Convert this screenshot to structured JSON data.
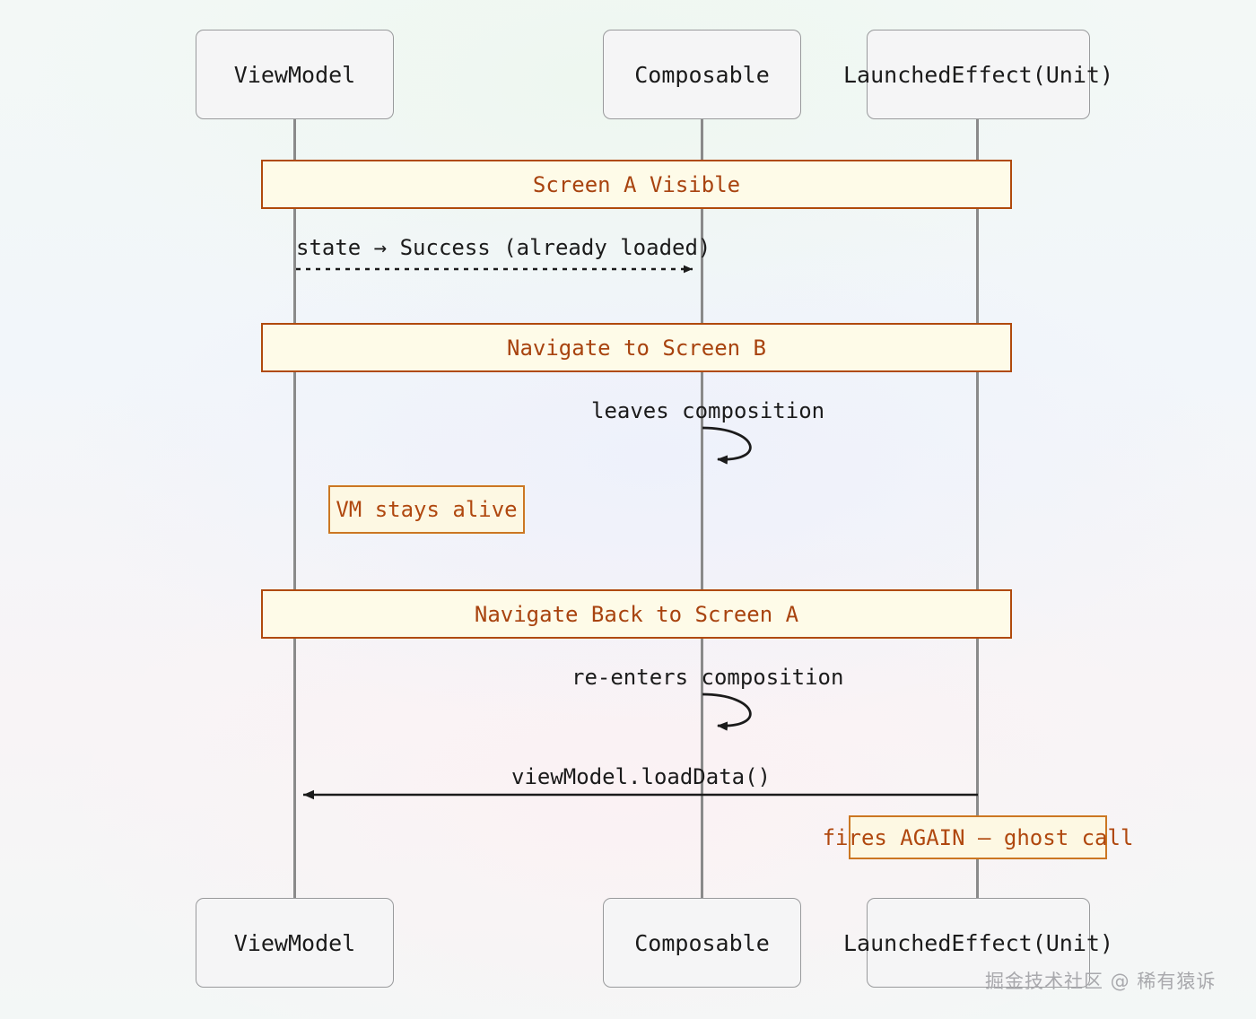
{
  "diagram": {
    "type": "sequence-diagram",
    "title": "LaunchedEffect(Unit) ghost call on back navigation",
    "colors": {
      "banner_bg": "#fefbe8",
      "banner_border": "#b04a0c",
      "banner_text": "#a8430f",
      "note_bg": "#fdf8e3",
      "note_border": "#cc7722",
      "note_text": "#b0480f",
      "actor_bg": "#f5f5f6",
      "actor_border": "#999a9c",
      "lifeline": "#8a8a8a",
      "arrow": "#1b1b1b"
    }
  },
  "participants": [
    {
      "id": "viewmodel",
      "label": "ViewModel"
    },
    {
      "id": "composable",
      "label": "Composable"
    },
    {
      "id": "launchedeffect",
      "label": "LaunchedEffect(Unit)"
    }
  ],
  "participants_bottom": [
    {
      "id": "viewmodel-bottom",
      "label": "ViewModel"
    },
    {
      "id": "composable-bottom",
      "label": "Composable"
    },
    {
      "id": "launchedeffect-bottom",
      "label": "LaunchedEffect(Unit)"
    }
  ],
  "banners": [
    {
      "id": "screen-a-visible",
      "label": "Screen A Visible"
    },
    {
      "id": "navigate-to-screen-b",
      "label": "Navigate to Screen B"
    },
    {
      "id": "navigate-back-screen-a",
      "label": "Navigate Back to Screen A"
    }
  ],
  "notes": [
    {
      "id": "vm-stays-alive",
      "label": "VM stays alive"
    },
    {
      "id": "ghost-call",
      "label": "fires AGAIN — ghost call"
    }
  ],
  "messages": [
    {
      "id": "state-success",
      "label": "state → Success (already loaded)",
      "from": "viewmodel",
      "to": "composable",
      "style": "dashed",
      "direction": "right"
    },
    {
      "id": "leaves-composition",
      "label": "leaves composition",
      "from": "composable",
      "to": "composable",
      "style": "solid",
      "direction": "self"
    },
    {
      "id": "re-enters-composition",
      "label": "re-enters composition",
      "from": "composable",
      "to": "composable",
      "style": "solid",
      "direction": "self"
    },
    {
      "id": "load-data",
      "label": "viewModel.loadData()",
      "from": "launchedeffect",
      "to": "viewmodel",
      "style": "solid",
      "direction": "left"
    }
  ],
  "watermark": {
    "text": "掘金技术社区 @ 稀有猿诉"
  }
}
